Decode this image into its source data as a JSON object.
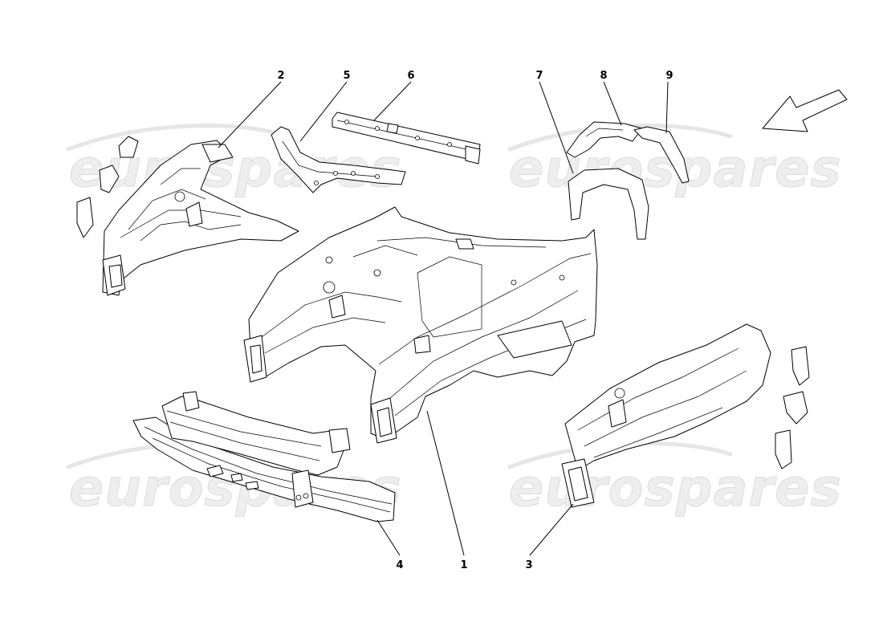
{
  "watermark": {
    "brand": "eurospares"
  },
  "callouts": [
    "1",
    "2",
    "3",
    "4",
    "5",
    "6",
    "7",
    "8",
    "9"
  ]
}
